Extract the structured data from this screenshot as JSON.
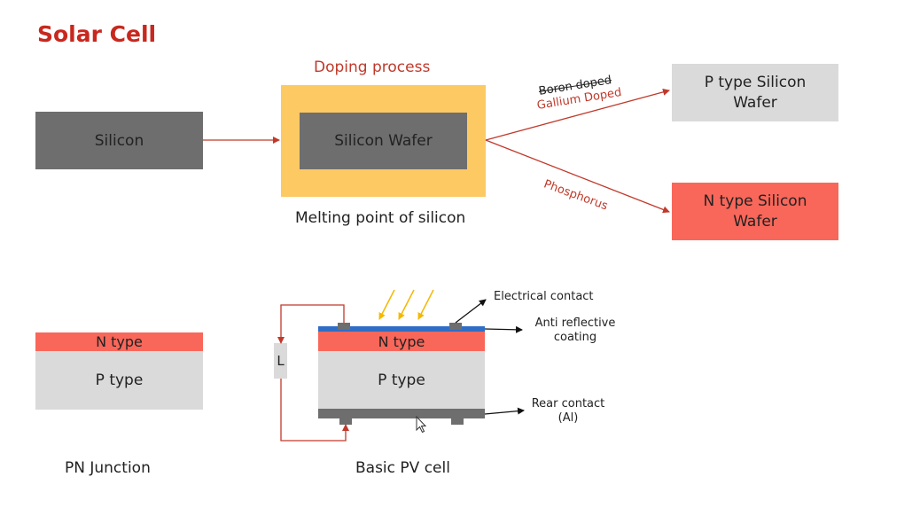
{
  "title": "Solar Cell",
  "flow": {
    "silicon": "Silicon",
    "doping_process": "Doping process",
    "silicon_wafer": "Silicon Wafer",
    "melting_point": "Melting point of silicon",
    "boron": "Boron doped",
    "gallium": "Gallium Doped",
    "phosphorus": "Phosphorus",
    "p_type_wafer_line1": "P type Silicon",
    "p_type_wafer_line2": "Wafer",
    "n_type_wafer_line1": "N type Silicon",
    "n_type_wafer_line2": "Wafer"
  },
  "pn_junction": {
    "n_type": "N type",
    "p_type": "P type",
    "label": "PN Junction"
  },
  "pv_cell": {
    "n_type": "N type",
    "p_type": "P type",
    "load": "L",
    "electrical_contact": "Electrical contact",
    "anti_reflective_line1": "Anti reflective",
    "anti_reflective_line2": "coating",
    "rear_contact_line1": "Rear contact",
    "rear_contact_line2": "(Al)",
    "label": "Basic PV cell"
  },
  "colors": {
    "title": "#c8281e",
    "arrow_red": "#c0392b",
    "dark_gray": "#6e6e6e",
    "light_gray": "#dadada",
    "n_type": "#f8675a",
    "doping_frame": "#fdc963",
    "coating_blue": "#2f6ec6",
    "sun_rays": "#f5b800"
  }
}
